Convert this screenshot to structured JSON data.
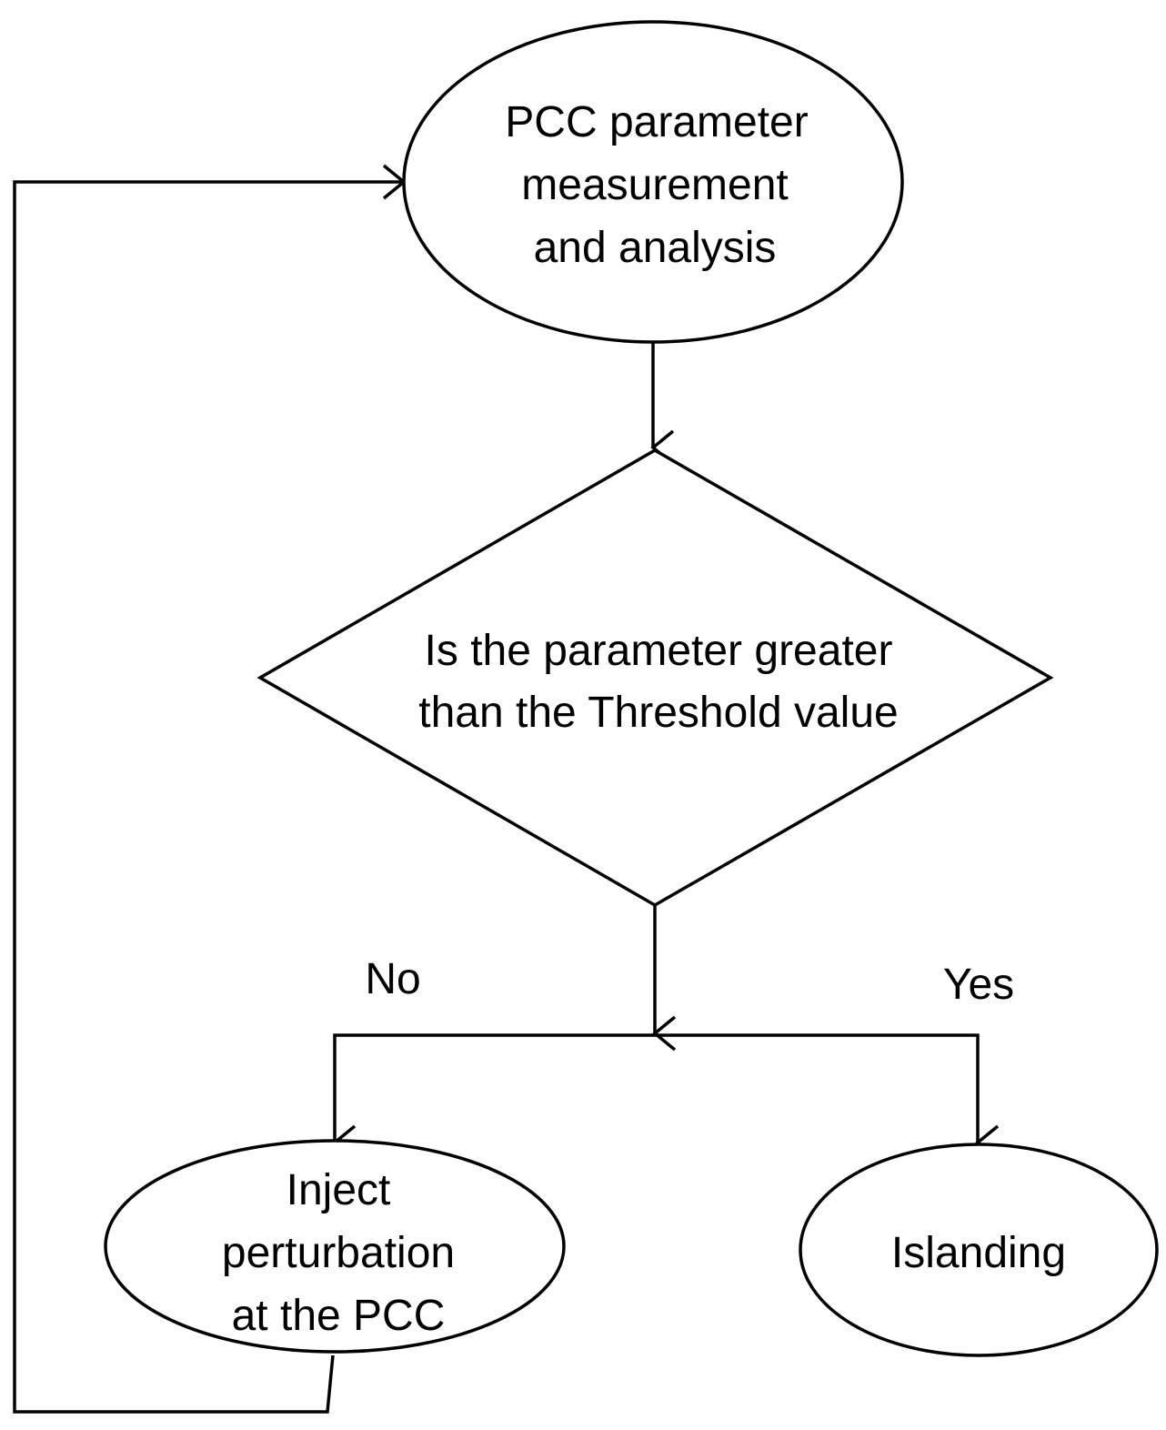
{
  "diagram": {
    "nodes": {
      "measure": {
        "shape": "ellipse",
        "lines": [
          "PCC parameter",
          "measurement",
          "and analysis"
        ]
      },
      "decision": {
        "shape": "diamond",
        "lines": [
          "Is the parameter greater",
          "than the Threshold value"
        ]
      },
      "inject": {
        "shape": "ellipse",
        "lines": [
          "Inject",
          "perturbation",
          "at the PCC"
        ]
      },
      "islanding": {
        "shape": "ellipse",
        "lines": [
          "Islanding"
        ]
      }
    },
    "branch_labels": {
      "no": "No",
      "yes": "Yes"
    },
    "edges": [
      {
        "from": "measure",
        "to": "decision"
      },
      {
        "from": "decision",
        "to": "inject",
        "label": "no"
      },
      {
        "from": "decision",
        "to": "islanding",
        "label": "yes"
      },
      {
        "from": "inject",
        "to": "measure"
      }
    ],
    "colors": {
      "stroke": "#000000",
      "background": "#ffffff"
    }
  }
}
